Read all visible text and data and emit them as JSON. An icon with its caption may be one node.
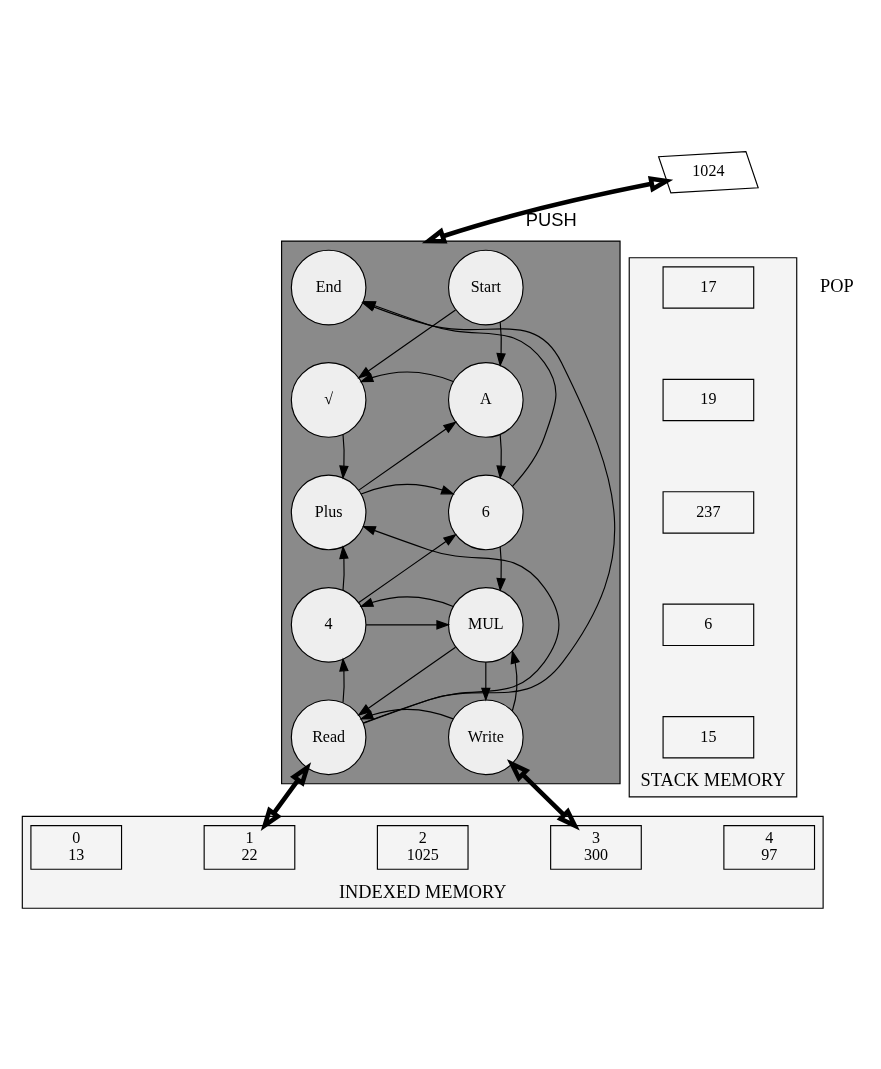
{
  "diagram": {
    "nodes": [
      {
        "text": [],
        "shape": "box"
      },
      {
        "text": [
          "End"
        ],
        "in": 0
      },
      {
        "text": [
          "Start"
        ],
        "in": 0
      },
      {
        "text": [
          "√"
        ],
        "in": 0
      },
      {
        "text": [
          "A"
        ],
        "in": 0
      },
      {
        "text": [
          "Plus"
        ],
        "in": 0
      },
      {
        "text": [
          "6"
        ],
        "in": 0
      },
      {
        "text": [
          "4"
        ],
        "in": 0
      },
      {
        "text": [
          "MUL"
        ],
        "in": 0
      },
      {
        "text": [
          "Read"
        ],
        "in": 0
      },
      {
        "text": [
          "Write"
        ],
        "in": 0
      },
      {
        "text": [
          "1024"
        ]
      },
      {
        "text": [
          "STACK MEMORY"
        ]
      },
      {
        "text": [
          "17"
        ],
        "in": 12
      },
      {
        "text": [
          "19"
        ],
        "in": 12
      },
      {
        "text": [
          "237"
        ],
        "in": 12
      },
      {
        "text": [
          "6"
        ],
        "in": 12
      },
      {
        "text": [
          "15"
        ],
        "in": 12
      },
      {
        "text": [
          "INDEXED MEMORY"
        ]
      },
      {
        "text": [
          "0",
          "13"
        ],
        "in": 18
      },
      {
        "text": [
          "1",
          "22"
        ],
        "in": 18
      },
      {
        "text": [
          "2",
          "1025"
        ],
        "in": 18
      },
      {
        "text": [
          "3",
          "300"
        ],
        "in": 18
      },
      {
        "text": [
          "4",
          "97"
        ],
        "in": 18
      }
    ],
    "edges": [
      {
        "from": 2,
        "to": 4,
        "arrow": "to"
      },
      {
        "from": 2,
        "to": 3,
        "arrow": "to"
      },
      {
        "from": 4,
        "to": 3,
        "arrow": "to"
      },
      {
        "from": 3,
        "to": 5,
        "arrow": "to"
      },
      {
        "from": 5,
        "to": 4,
        "arrow": "to"
      },
      {
        "from": 4,
        "to": 6,
        "arrow": "to"
      },
      {
        "from": 6,
        "to": 1,
        "arrow": "to"
      },
      {
        "from": 5,
        "to": 6,
        "arrow": "to"
      },
      {
        "from": 7,
        "to": 5,
        "arrow": "to"
      },
      {
        "from": 7,
        "to": 6,
        "arrow": "to"
      },
      {
        "from": 6,
        "to": 8,
        "arrow": "to"
      },
      {
        "from": 7,
        "to": 8,
        "arrow": "to"
      },
      {
        "from": 8,
        "to": 7,
        "arrow": "to"
      },
      {
        "from": 8,
        "to": 10,
        "arrow": "to"
      },
      {
        "from": 10,
        "to": 8,
        "arrow": "to"
      },
      {
        "from": 8,
        "to": 9,
        "arrow": "to"
      },
      {
        "from": 10,
        "to": 9,
        "arrow": "to"
      },
      {
        "from": 9,
        "to": 7,
        "arrow": "to"
      },
      {
        "from": 9,
        "to": 5,
        "arrow": "to"
      },
      {
        "from": 9,
        "to": 1,
        "arrow": "to"
      },
      {
        "from": 11,
        "to": 0,
        "label": "PUSH",
        "arrow": "both",
        "style": "thick"
      },
      {
        "from": 9,
        "to": 20,
        "arrow": "both",
        "style": "thick"
      },
      {
        "from": 10,
        "to": 22,
        "arrow": "both",
        "style": "thick"
      }
    ],
    "labels": [
      "POP"
    ]
  }
}
